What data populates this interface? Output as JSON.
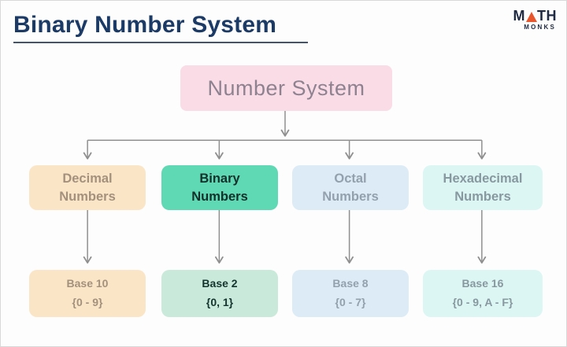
{
  "header": {
    "title": "Binary Number System"
  },
  "logo": {
    "word_top_left": "M",
    "word_top_right": "TH",
    "word_bottom": "MONKS",
    "triangle_color": "#e8562e",
    "text_color": "#1f2a44"
  },
  "root": {
    "label": "Number System"
  },
  "nodes": [
    {
      "id": "decimal",
      "line1": "Decimal",
      "line2": "Numbers",
      "base1": "Base 10",
      "base2": "{0 - 9}"
    },
    {
      "id": "binary",
      "line1": "Binary",
      "line2": "Numbers",
      "base1": "Base 2",
      "base2": "{0, 1}"
    },
    {
      "id": "octal",
      "line1": "Octal",
      "line2": "Numbers",
      "base1": "Base 8",
      "base2": "{0 - 7}"
    },
    {
      "id": "hexadecimal",
      "line1": "Hexadecimal",
      "line2": "Numbers",
      "base1": "Base 16",
      "base2": "{0 - 9, A - F}"
    }
  ],
  "colors": {
    "title": "#1c3a66",
    "root_box": "#fadce6",
    "root_text": "#8e8290",
    "decimal_box": "#fbe5c7",
    "binary_box": "#5fd9b3",
    "binary_base_box": "#c9e9da",
    "octal_box": "#dcebf5",
    "hexadecimal_box": "#dcf6f4",
    "connector": "#8f8f8f",
    "background": "#fdfdfd"
  }
}
